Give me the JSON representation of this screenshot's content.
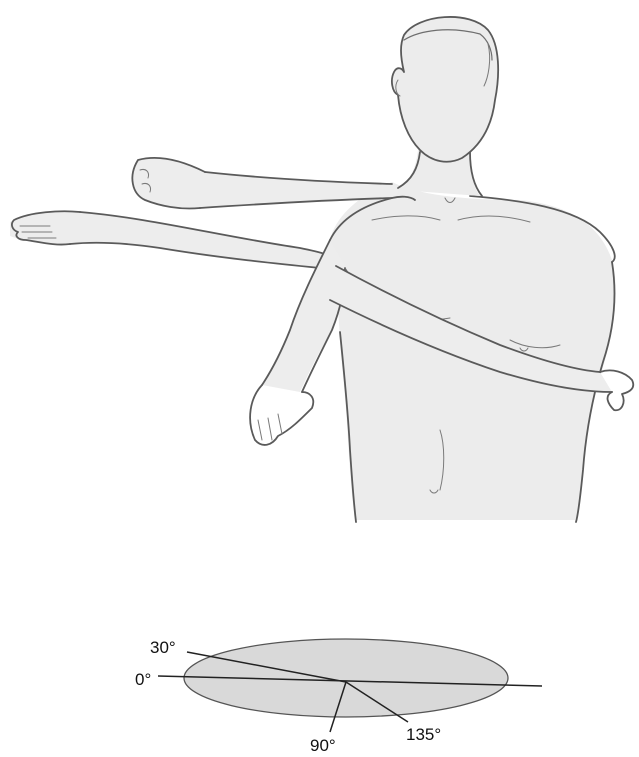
{
  "angles": {
    "deg30": "30°",
    "deg0": "0°",
    "deg90": "90°",
    "deg135": "135°"
  },
  "colors": {
    "skin_fill": "#ececec",
    "outline": "#5a5a5a",
    "plane_fill": "#d9d9d9",
    "line": "#222222"
  }
}
